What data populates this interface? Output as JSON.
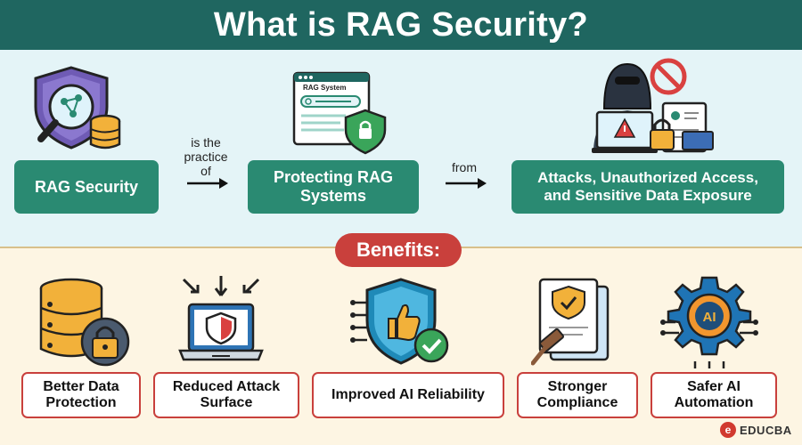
{
  "header": {
    "title": "What is RAG Security?"
  },
  "definition": {
    "subject": "RAG Security",
    "connector1": "is the\npractice\nof",
    "action": "Protecting RAG\nSystems",
    "connector2": "from",
    "threats": "Attacks, Unauthorized Access,\nand Sensitive Data Exposure",
    "screen_label": "RAG System"
  },
  "benefits": {
    "heading": "Benefits:",
    "items": [
      {
        "label": "Better Data\nProtection",
        "icon": "database-lock-icon"
      },
      {
        "label": "Reduced Attack\nSurface",
        "icon": "laptop-shield-icon"
      },
      {
        "label": "Improved AI Reliability",
        "icon": "shield-thumbs-up-icon"
      },
      {
        "label": "Stronger\nCompliance",
        "icon": "document-gavel-icon"
      },
      {
        "label": "Safer AI\nAutomation",
        "icon": "gear-ai-icon"
      }
    ]
  },
  "logo": {
    "mark": "e",
    "text": "EDUCBA"
  },
  "colors": {
    "header": "#1f6660",
    "green_box": "#2a8a72",
    "accent_red": "#c9403c",
    "top_bg": "#e4f4f7",
    "bottom_bg": "#fdf5e3"
  }
}
